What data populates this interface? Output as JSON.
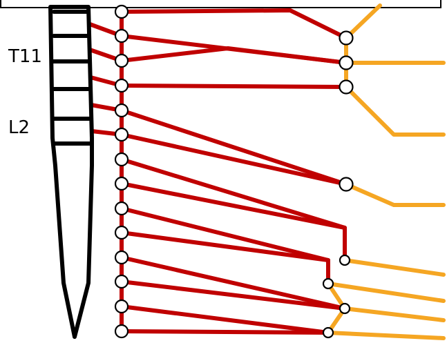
{
  "labels": {
    "t11": "T11",
    "l2": "L2"
  },
  "colors": {
    "red_line": "#c00000",
    "orange_line": "#f5a623",
    "spine_outline": "#000000",
    "node_fill": "#ffffff",
    "node_stroke": "#000000",
    "background": "#ffffff"
  },
  "structure": {
    "spinal_node_count": 14,
    "ganglion_node_count": 8,
    "outgoing_nerve_count": 8,
    "vertebra_segment_count": 6
  }
}
